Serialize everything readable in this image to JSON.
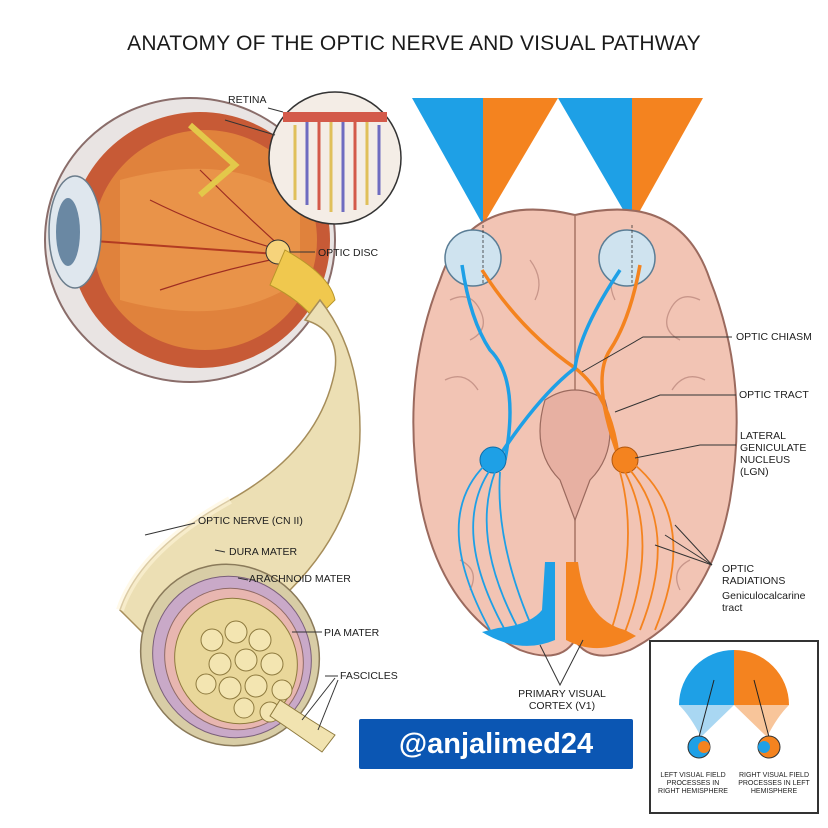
{
  "title": "ANATOMY OF THE OPTIC NERVE AND VISUAL PATHWAY",
  "labels": {
    "retina": "RETINA",
    "optic_disc": "OPTIC DISC",
    "optic_nerve": "OPTIC NERVE (CN II)",
    "dura_mater": "DURA MATER",
    "arachnoid_mater": "ARACHNOID MATER",
    "pia_mater": "PIA MATER",
    "fascicles": "FASCICLES",
    "optic_chiasm": "OPTIC CHIASM",
    "optic_tract": "OPTIC TRACT",
    "lgn": "LATERAL GENICULATE NUCLEUS (LGN)",
    "optic_radiations": "OPTIC RADIATIONS",
    "geniculocalcarine": "Geniculocalcarine tract",
    "primary_visual_cortex": "PRIMARY VISUAL CORTEX (V1)"
  },
  "inset": {
    "left_caption": "LEFT VISUAL FIELD PROCESSES IN RIGHT HEMISPHERE",
    "right_caption": "RIGHT VISUAL FIELD PROCESSES IN LEFT HEMISPHERE"
  },
  "watermark": "@anjalimed24",
  "colors": {
    "left_field": "#1ea0e6",
    "right_field": "#f4831f",
    "brain": "#f2c4b4",
    "nerve": "#eadfb5"
  }
}
